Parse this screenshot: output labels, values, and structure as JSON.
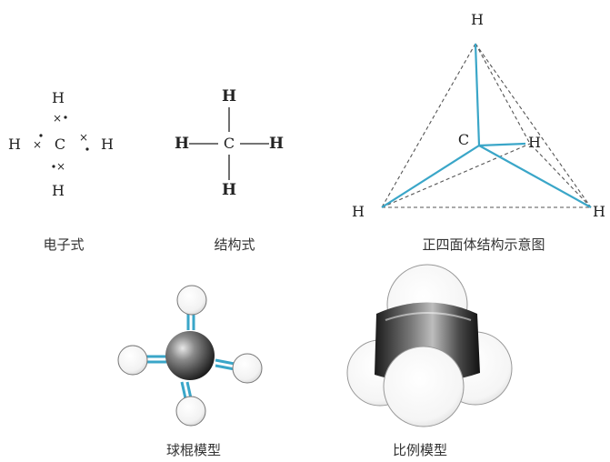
{
  "electron_formula": {
    "caption": "电子式",
    "top": "H",
    "left": "H",
    "center": "C",
    "right": "H",
    "bottom": "H",
    "electron_mark": "×"
  },
  "structural_formula": {
    "caption": "结构式",
    "top": "H",
    "left": "H",
    "center": "C",
    "right": "H",
    "bottom": "H"
  },
  "tetrahedron": {
    "caption": "正四面体结构示意图",
    "top": "H",
    "center": "C",
    "inner": "H",
    "left": "H",
    "right": "H"
  },
  "ball_stick": {
    "caption": "球棍模型"
  },
  "space_filling": {
    "caption": "比例模型"
  },
  "colors": {
    "bond_blue": "#3aa6c8",
    "dashed": "#555555",
    "text": "#222222"
  }
}
